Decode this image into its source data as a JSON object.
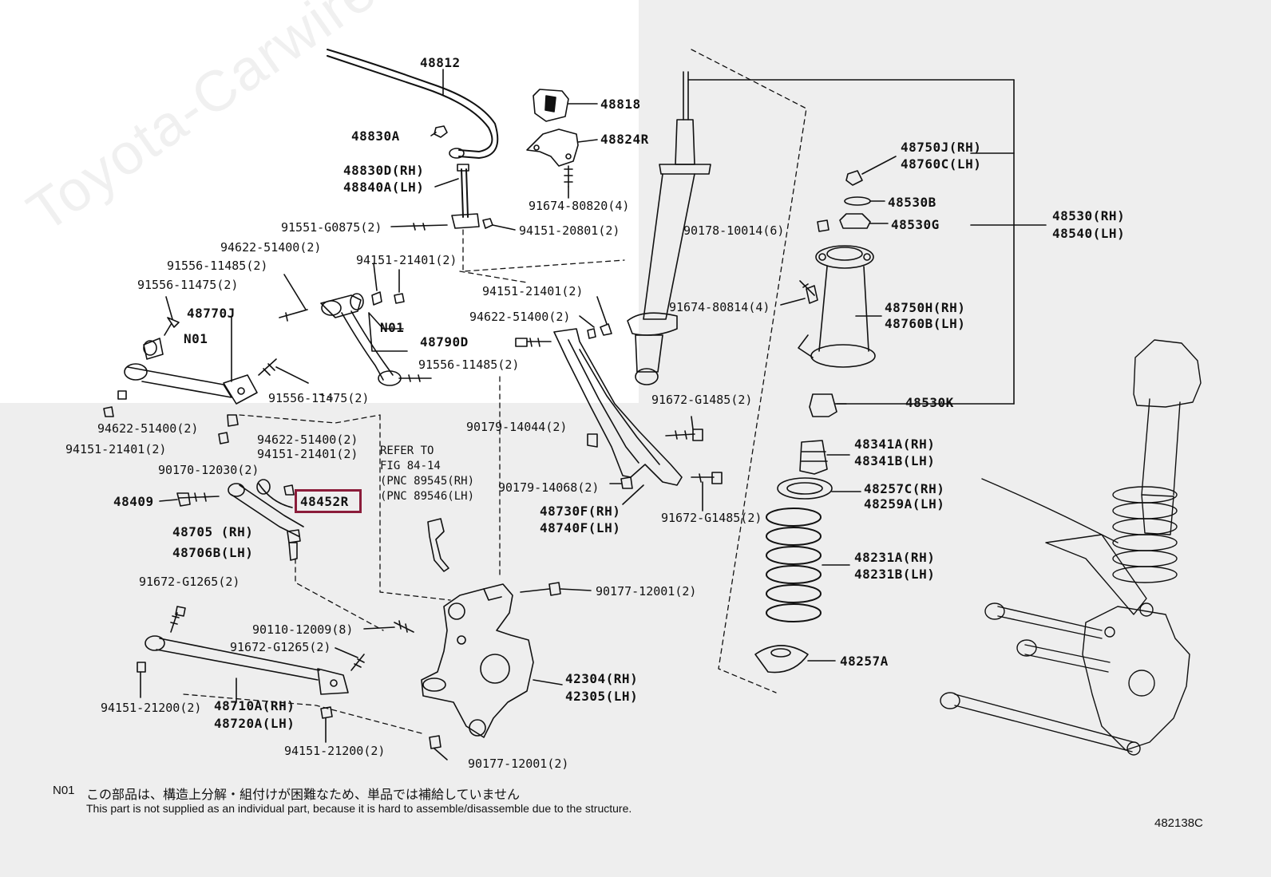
{
  "labels": {
    "p48812": "48812",
    "p48818": "48818",
    "p48830A": "48830A",
    "p48824R": "48824R",
    "p48830D": "48830D(RH)",
    "p48840A": "48840A(LH)",
    "p91674_80820": "91674-80820(4)",
    "p91551_G0875": "91551-G0875(2)",
    "p94151_20801": "94151-20801(2)",
    "p94622_51400_a": "94622-51400(2)",
    "p94151_21401_a": "94151-21401(2)",
    "p91556_11485_a": "91556-11485(2)",
    "p91556_11475_a": "91556-11475(2)",
    "p48770J": "48770J",
    "pN01_a": "N01",
    "pN01_b": "N01",
    "p48790D": "48790D",
    "p91556_11475_b": "91556-11475(2)",
    "p94622_51400_b": "94622-51400(2)",
    "p94151_21401_b": "94151-21401(2)",
    "p94622_51400_c": "94622-51400(2)",
    "p94151_21401_c": "94151-21401(2)",
    "p90170_12030": "90170-12030(2)",
    "p48409": "48409",
    "p48452R": "48452R",
    "p48705": "48705  (RH)",
    "p48706B": "48706B(LH)",
    "p91672_G1265_a": "91672-G1265(2)",
    "p90110_12009": "90110-12009(8)",
    "p91672_G1265_b": "91672-G1265(2)",
    "p94151_21200_a": "94151-21200(2)",
    "p48710A": "48710A(RH)",
    "p48720A": "48720A(LH)",
    "p94151_21200_b": "94151-21200(2)",
    "p94151_21401_d": "94151-21401(2)",
    "p94622_51400_d": "94622-51400(2)",
    "p91556_11485_b": "91556-11485(2)",
    "p90179_14044": "90179-14044(2)",
    "p90179_14068": "90179-14068(2)",
    "p48730F": "48730F(RH)",
    "p48740F": "48740F(LH)",
    "p91672_G1485_a": "91672-G1485(2)",
    "p91672_G1485_b": "91672-G1485(2)",
    "p90177_12001_a": "90177-12001(2)",
    "p42304": "42304(RH)",
    "p42305": "42305(LH)",
    "p90177_12001_b": "90177-12001(2)",
    "p90178_10014": "90178-10014(6)",
    "p91674_80814": "91674-80814(4)",
    "p48750J": "48750J(RH)",
    "p48760C": "48760C(LH)",
    "p48530B": "48530B",
    "p48530G": "48530G",
    "p48530": "48530(RH)",
    "p48540": "48540(LH)",
    "p48750H": "48750H(RH)",
    "p48760B": "48760B(LH)",
    "p48530K": "48530K",
    "p48341A": "48341A(RH)",
    "p48341B": "48341B(LH)",
    "p48257C": "48257C(RH)",
    "p48259A": "48259A(LH)",
    "p48231A": "48231A(RH)",
    "p48231B": "48231B(LH)",
    "p48257A": "48257A"
  },
  "refer": {
    "line1": "REFER TO",
    "line2": "FIG 84-14",
    "line3": "(PNC 89545(RH)",
    "line4": "(PNC 89546(LH)"
  },
  "note": {
    "code": "N01",
    "japanese": "この部品は、構造上分解・組付けが困難なため、単品では補給していません",
    "english": "This part is not supplied as an individual part, because it is hard to assemble/disassemble due to the structure."
  },
  "figure_id": "482138C",
  "watermark": "Toyota-Carwire.ru",
  "colors": {
    "highlight": "#8b1c3a",
    "line": "#111111",
    "background_upper": "#ffffff",
    "background_lower": "#eeeeee"
  }
}
